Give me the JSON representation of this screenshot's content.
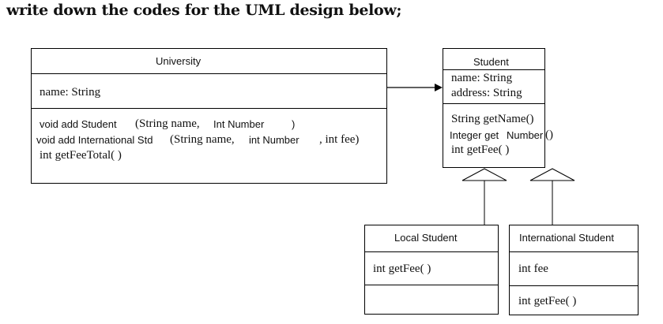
{
  "instruction": "write down the codes for the UML design below;",
  "university": {
    "title": "University",
    "attribute": "name: String",
    "method_1": {
      "a": "void add Student",
      "b": "(String name,",
      "c": "Int Number",
      "d": ")"
    },
    "method_2": {
      "a": "void add International Std",
      "b": "(String name,",
      "c": "int Number",
      "d": ", int fee)"
    },
    "method_3": "int getFeeTotal( )"
  },
  "student": {
    "title": "Student",
    "attr_1": "name: String",
    "attr_2": "address: String",
    "method_1": "String getName()",
    "method_2_a": "Integer get",
    "method_2_b": "Number",
    "method_2_c": "()",
    "method_3": "int getFee( )"
  },
  "local_student": {
    "title": "Local Student",
    "method_1": "int getFee( )"
  },
  "international_student": {
    "title": "International Student",
    "attribute": "int fee",
    "method_1": "int getFee( )"
  }
}
